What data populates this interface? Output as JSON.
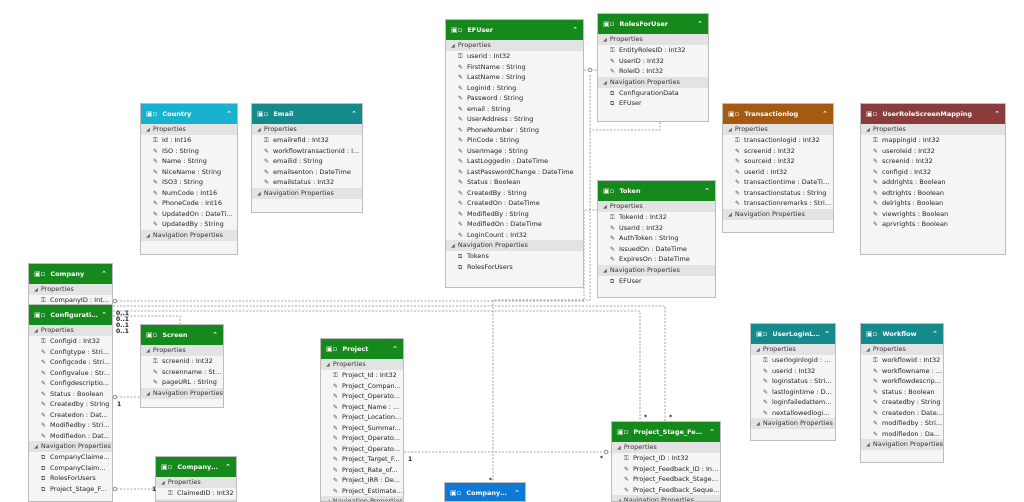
{
  "labels": {
    "properties": "Properties",
    "navigation": "Navigation Properties"
  },
  "entities": [
    {
      "name": "EFUser",
      "color": "#15891b",
      "props": [
        "userid : Int32",
        "FirstName : String",
        "LastName : String",
        "LoginId : String",
        "Password : String",
        "email : String",
        "UserAddress : String",
        "PhoneNumber : String",
        "PinCode : String",
        "UserImage : String",
        "LastLoggedin : DateTime",
        "LastPasswordChange : DateTime",
        "Status : Boolean",
        "CreatedBy : String",
        "CreatedOn : DateTime",
        "ModifiedBy : String",
        "ModifiedOn : DateTime",
        "LoginCount : Int32"
      ],
      "navs": [
        "Tokens",
        "RolesForUsers"
      ]
    },
    {
      "name": "RolesForUser",
      "color": "#15891b",
      "props": [
        "EntityRolesID : Int32",
        "UserID : Int32",
        "RoleID : Int32"
      ],
      "navs": [
        "ConfigurationData",
        "EFUser"
      ]
    },
    {
      "name": "Token",
      "color": "#15891b",
      "props": [
        "TokenId : Int32",
        "UserId : Int32",
        "AuthToken : String",
        "IssuedOn : DateTime",
        "ExpiresOn : DateTime"
      ],
      "navs": [
        "EFUser"
      ]
    },
    {
      "name": "Country",
      "color": "#18b2cf",
      "props": [
        "Id : Int16",
        "ISO : String",
        "Name : String",
        "NiceName : String",
        "ISO3 : String",
        "NumCode : Int16",
        "PhoneCode : Int16",
        "UpdatedOn : DateTi...",
        "UpdatedBy : String"
      ],
      "navs": []
    },
    {
      "name": "Email",
      "color": "#158a8a",
      "props": [
        "emailrefid : Int32",
        "workflowtransactionid : I...",
        "emailid : String",
        "emailsenton : DateTime",
        "emailstatus : Int32"
      ],
      "navs": []
    },
    {
      "name": "Transactionlog",
      "color": "#a55a12",
      "props": [
        "transactionlogid : Int32",
        "screenid : Int32",
        "sourceid : Int32",
        "userid : Int32",
        "transactiontime : DateTime",
        "transactionstatus : String",
        "transactionremarks : String"
      ],
      "navs": []
    },
    {
      "name": "UserRoleScreenMapping",
      "color": "#8a3c3c",
      "props": [
        "mappingid : Int32",
        "useroleid : Int32",
        "screenid : Int32",
        "configid : Int32",
        "addrights : Boolean",
        "edtrights : Boolean",
        "delrights : Boolean",
        "viewrights : Boolean",
        "aprvrights : Boolean"
      ],
      "navs": []
    },
    {
      "name": "Company",
      "color": "#15891b",
      "props": [
        "CompanyID : Int..."
      ],
      "navs": []
    },
    {
      "name": "Configuration...",
      "color": "#15891b",
      "props": [
        "Configid : Int32",
        "Configtype : Stri...",
        "Configcode : Stri...",
        "Configvalue : Str...",
        "Configdescriptio...",
        "Status : Boolean",
        "Createdby : String",
        "Createdon : Dat...",
        "Modifiedby : Stri...",
        "Modifiedon : Dat..."
      ],
      "navs": [
        "CompanyClaime...",
        "CompanyClaim...",
        "RolesForUsers",
        "Project_Stage_F..."
      ]
    },
    {
      "name": "Screen",
      "color": "#15891b",
      "props": [
        "screenid : Int32",
        "screenname : Str...",
        "pageURL : String"
      ],
      "navs": []
    },
    {
      "name": "Project",
      "color": "#15891b",
      "props": [
        "Project_Id : Int32",
        "Project_Compan...",
        "Project_Operato...",
        "Project_Name : ...",
        "Project_Location...",
        "Project_Summar...",
        "Project_Operato...",
        "Project_Operato...",
        "Project_Target_F...",
        "Project_Rate_of...",
        "Project_IRR : De...",
        "Project_Estimate..."
      ],
      "navs": []
    },
    {
      "name": "Project_Stage_Feedback",
      "color": "#15891b",
      "props": [
        "Project_ID : Int32",
        "Project_Feedback_ID : Int...",
        "Project_Feedback_Stage : ...",
        "Project_Feedback_Seque..."
      ],
      "navs": []
    },
    {
      "name": "UserLoginLog",
      "color": "#158a8a",
      "props": [
        "userloginlogid : ...",
        "userid : Int32",
        "loginstatus : Stri...",
        "lastlogintime : D...",
        "loginfailedattem...",
        "nextallowedlogi..."
      ],
      "navs": []
    },
    {
      "name": "Workflow",
      "color": "#158a8a",
      "props": [
        "workflowid : Int32",
        "workflowname : ...",
        "workflowdescrip...",
        "status : Boolean",
        "createdby : String",
        "createdon : Date...",
        "modifiedby : Stri...",
        "modifiedon : Da..."
      ],
      "navs": []
    },
    {
      "name": "CompanyClai...",
      "color": "#15891b",
      "props": [
        "ClaimedID : Int32"
      ],
      "navs": []
    },
    {
      "name": "CompanyClai...",
      "color": "#0f79d6",
      "props": [],
      "navs": []
    }
  ],
  "multiplicities": [
    "0..1",
    "0..1",
    "0..1",
    "0..1",
    "1",
    "1",
    "*",
    "*",
    "*",
    "*",
    "1"
  ]
}
